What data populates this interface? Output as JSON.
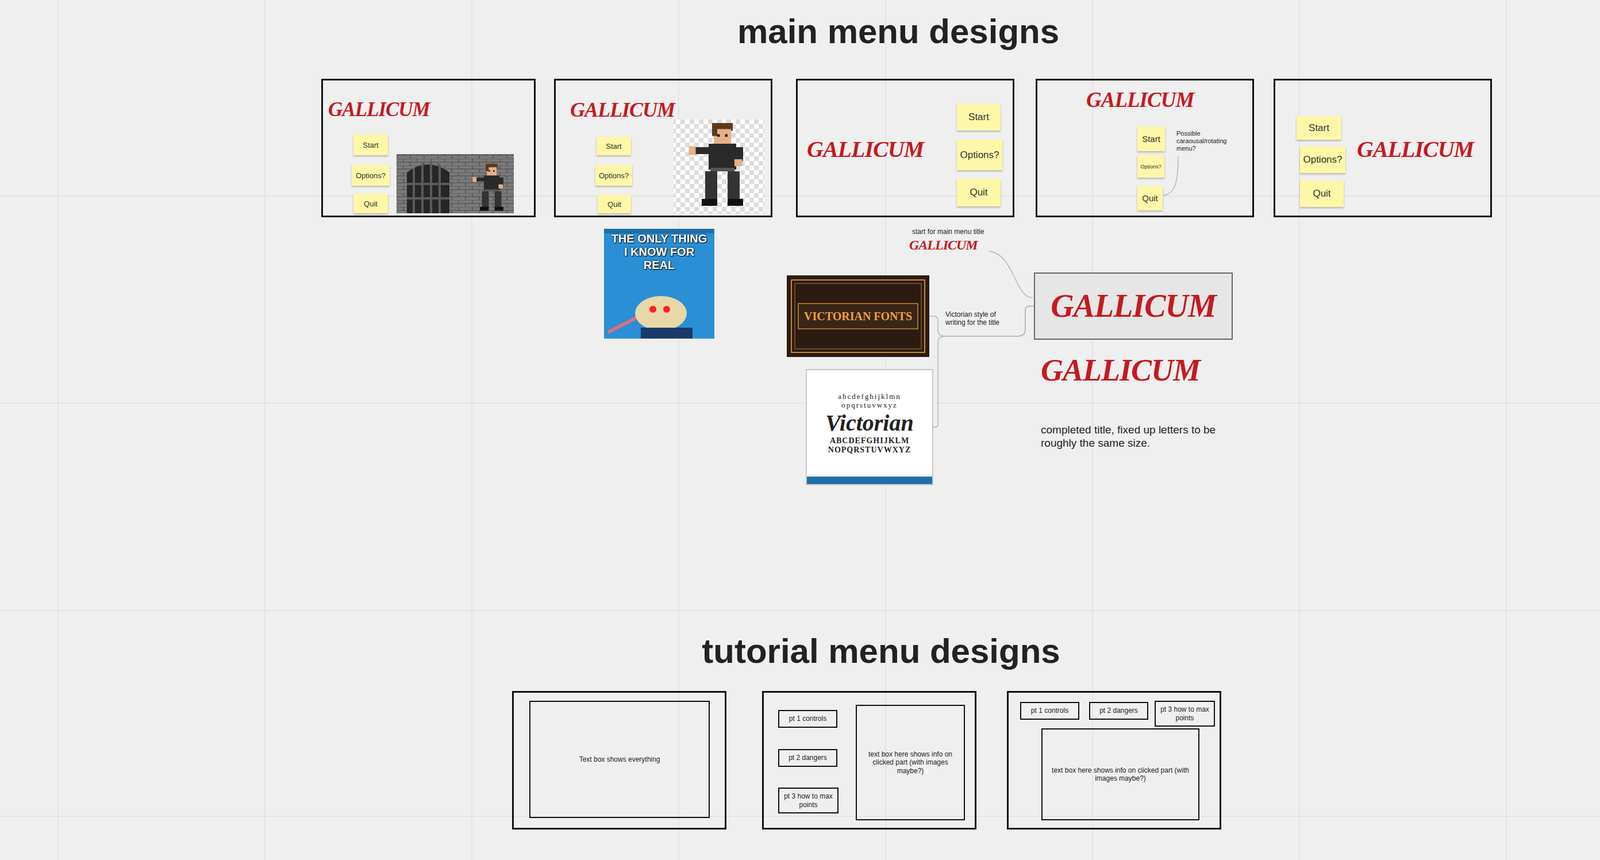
{
  "diagram": {
    "title": "main menu designs",
    "nodes": [
      {
        "text": [
          "GALLICUM"
        ]
      },
      {
        "text": [
          "Start"
        ],
        "in": 0
      },
      {
        "text": [
          "Options?"
        ],
        "in": 0
      },
      {
        "text": [
          "Quit"
        ],
        "in": 0
      },
      {
        "text": [
          "GALLICUM"
        ]
      },
      {
        "text": [
          "Start"
        ],
        "in": 4
      },
      {
        "text": [
          "Options?"
        ],
        "in": 4
      },
      {
        "text": [
          "Quit"
        ],
        "in": 4
      },
      {
        "text": [
          "GALLICUM"
        ]
      },
      {
        "text": [
          "Start"
        ],
        "in": 8
      },
      {
        "text": [
          "Options?"
        ],
        "in": 8
      },
      {
        "text": [
          "Quit"
        ],
        "in": 8
      },
      {
        "text": [
          "GALLICUM"
        ]
      },
      {
        "text": [
          "Start"
        ],
        "in": 12
      },
      {
        "text": [
          "Options?"
        ],
        "in": 12
      },
      {
        "text": [
          "Quit"
        ],
        "in": 12
      },
      {
        "text": [
          "GALLICUM"
        ]
      },
      {
        "text": [
          "Start"
        ],
        "in": 16
      },
      {
        "text": [
          "Options?"
        ],
        "in": 16
      },
      {
        "text": [
          "Quit"
        ],
        "in": 16
      },
      {
        "text": [
          "THE ONLY THING I KNOW FOR REAL"
        ]
      },
      {
        "text": [
          "VICTORIAN FONTS"
        ]
      },
      {
        "text": [
          "GALLICUM"
        ]
      },
      {
        "text": [
          "abcdefghijklmn",
          "opqrstuvwxyz",
          "Victorian",
          "ABCDEFGHIJKLM",
          "NOPQRSTUVWXYZ"
        ]
      },
      {
        "text": []
      },
      {
        "text": [
          "Text box shows everything"
        ],
        "in": 24
      },
      {
        "text": []
      },
      {
        "text": [
          "pt 1 controls"
        ],
        "in": 26
      },
      {
        "text": [
          "pt 2 dangers"
        ],
        "in": 26
      },
      {
        "text": [
          "pt 3 how to max points"
        ],
        "in": 26
      },
      {
        "text": [
          "text box here shows info on clicked part (with images maybe?)"
        ],
        "in": 26
      },
      {
        "text": []
      },
      {
        "text": [
          "pt 1 controls"
        ],
        "in": 31
      },
      {
        "text": [
          "pt 2 dangers"
        ],
        "in": 31
      },
      {
        "text": [
          "pt 3 how to max points"
        ],
        "in": 31
      },
      {
        "text": [
          "text box here shows info on clicked part (with images maybe?)"
        ],
        "in": 31
      }
    ],
    "edges": [
      {
        "from": 21,
        "to": 22,
        "arrow": "none"
      },
      {
        "from": 23,
        "to": 22,
        "arrow": "none"
      }
    ],
    "labels": [
      "tutorial menu designs",
      "Possible caraousal/rotating menu?",
      "start for main menu title",
      "GALLICUM",
      "Victorian style of writing for the title",
      "GALLICUM",
      "completed title, fixed up letters to be roughly the same size."
    ]
  }
}
